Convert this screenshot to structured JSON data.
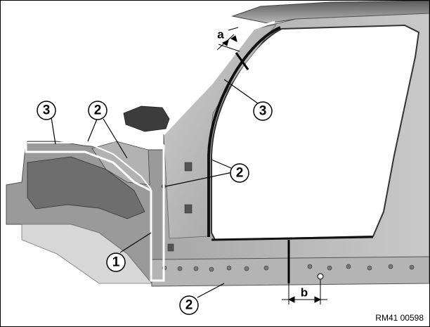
{
  "figure": {
    "reference_id": "RM41 00598"
  },
  "callouts": [
    {
      "number": "3"
    },
    {
      "number": "2"
    },
    {
      "number": "3"
    },
    {
      "number": "2"
    },
    {
      "number": "1"
    },
    {
      "number": "2"
    }
  ],
  "dimensions": {
    "a": "a",
    "b": "b"
  }
}
